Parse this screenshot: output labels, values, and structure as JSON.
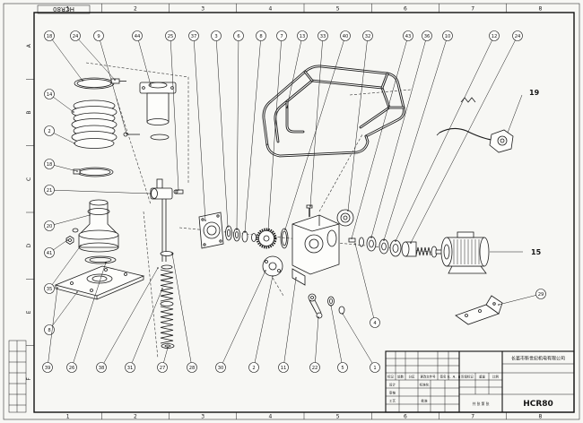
{
  "drawing": {
    "stamp": "HCR80"
  },
  "frame": {
    "columns": [
      "1",
      "2",
      "3",
      "4",
      "5",
      "6",
      "7",
      "8"
    ],
    "rows": [
      "A",
      "B",
      "C",
      "D",
      "E",
      "F"
    ]
  },
  "balloons": {
    "top": [
      "18",
      "24",
      "9",
      "44",
      "25",
      "37",
      "3",
      "6",
      "8",
      "7",
      "13",
      "33",
      "40",
      "32",
      "43",
      "36",
      "10",
      "12",
      "24"
    ],
    "left": [
      "14",
      "2",
      "18",
      "21",
      "20",
      "41",
      "35",
      "8"
    ],
    "bottom": [
      "39",
      "26",
      "38",
      "31",
      "27",
      "28",
      "30",
      "2",
      "11",
      "22",
      "5",
      "1"
    ],
    "right": [
      "4"
    ],
    "callouts": [
      "19",
      "15",
      "29"
    ]
  },
  "title_block": {
    "company": "长葛市新世纪机电有限公司",
    "drawing_no": "HCR80",
    "revision_headers": [
      "标记",
      "处数",
      "分区",
      "更改文件号",
      "签名",
      "年、月、日"
    ],
    "approval_labels": [
      "设计",
      "标准化",
      "审核",
      "工艺",
      "批准"
    ],
    "stage_labels": [
      "阶段标记",
      "重量",
      "比例"
    ],
    "sheet": "共  张  第  张"
  }
}
